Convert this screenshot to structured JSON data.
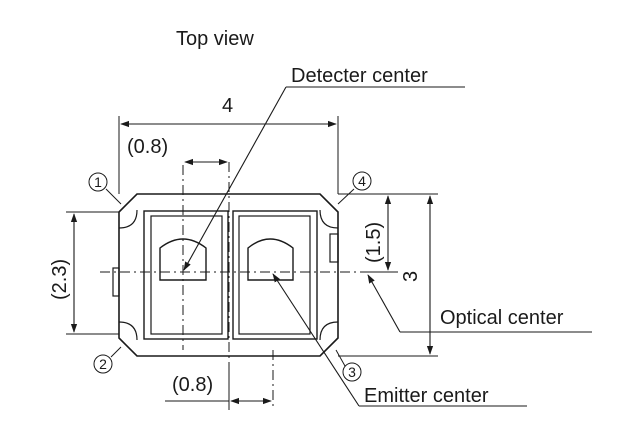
{
  "view_title": "Top view",
  "labels": {
    "detector_center": "Detecter center",
    "emitter_center": "Emitter center",
    "optical_center": "Optical center"
  },
  "dimensions": {
    "width": "4",
    "height": "3",
    "top_offset": "(0.8)",
    "bottom_offset": "(0.8)",
    "left_height": "(2.3)",
    "right_height": "(1.5)"
  },
  "pins": {
    "pin1": "①",
    "pin2": "②",
    "pin3": "③",
    "pin4": "④"
  }
}
